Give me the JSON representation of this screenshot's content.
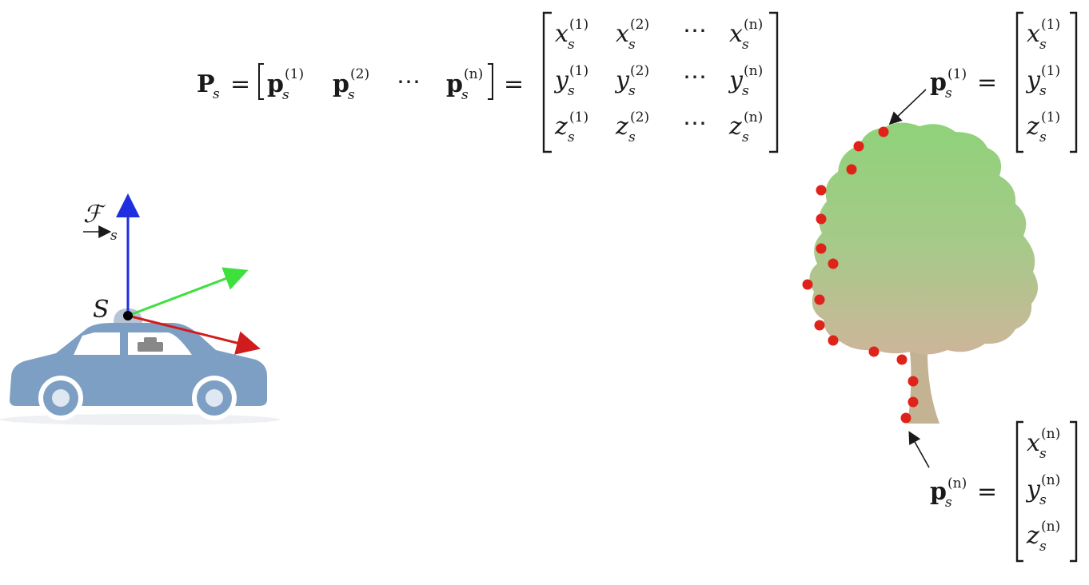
{
  "frame_label": {
    "symbol": "ℱ",
    "subscript": "s"
  },
  "sensor_label": "S",
  "equation": {
    "lhs_symbol": "P",
    "lhs_sub": "s",
    "cols": [
      {
        "sym": "p",
        "sub": "s",
        "sup": "(1)"
      },
      {
        "sym": "p",
        "sub": "s",
        "sup": "(2)"
      },
      {
        "sym": "p",
        "sub": "s",
        "sup": "(n)"
      }
    ],
    "ellipsis": "⋯",
    "equals": "=",
    "matrix_rows": [
      [
        "x",
        "y",
        "z"
      ]
    ],
    "matrix": [
      [
        {
          "sym": "x",
          "sup": "(1)"
        },
        {
          "sym": "x",
          "sup": "(2)"
        },
        {
          "sym": "⋯",
          "sup": ""
        },
        {
          "sym": "x",
          "sup": "(n)"
        }
      ],
      [
        {
          "sym": "y",
          "sup": "(1)"
        },
        {
          "sym": "y",
          "sup": "(2)"
        },
        {
          "sym": "⋯",
          "sup": ""
        },
        {
          "sym": "y",
          "sup": "(n)"
        }
      ],
      [
        {
          "sym": "z",
          "sup": "(1)"
        },
        {
          "sym": "z",
          "sup": "(2)"
        },
        {
          "sym": "⋯",
          "sup": ""
        },
        {
          "sym": "z",
          "sup": "(n)"
        }
      ]
    ],
    "sub": "s"
  },
  "point_first": {
    "sym": "p",
    "sub": "s",
    "sup": "(1)",
    "entries": [
      {
        "sym": "x",
        "sup": "(1)"
      },
      {
        "sym": "y",
        "sup": "(1)"
      },
      {
        "sym": "z",
        "sup": "(1)"
      }
    ]
  },
  "point_last": {
    "sym": "p",
    "sub": "s",
    "sup": "(n)",
    "entries": [
      {
        "sym": "x",
        "sup": "(n)"
      },
      {
        "sym": "y",
        "sup": "(n)"
      },
      {
        "sym": "z",
        "sup": "(n)"
      }
    ]
  },
  "colors": {
    "axis_up": "#1f2fe0",
    "axis_green": "#3ee03e",
    "axis_red": "#d01c1c",
    "car_body": "#7d9fc4",
    "tree_top": "#8fd07a",
    "tree_bottom": "#c9b596",
    "point": "#e0231a"
  }
}
